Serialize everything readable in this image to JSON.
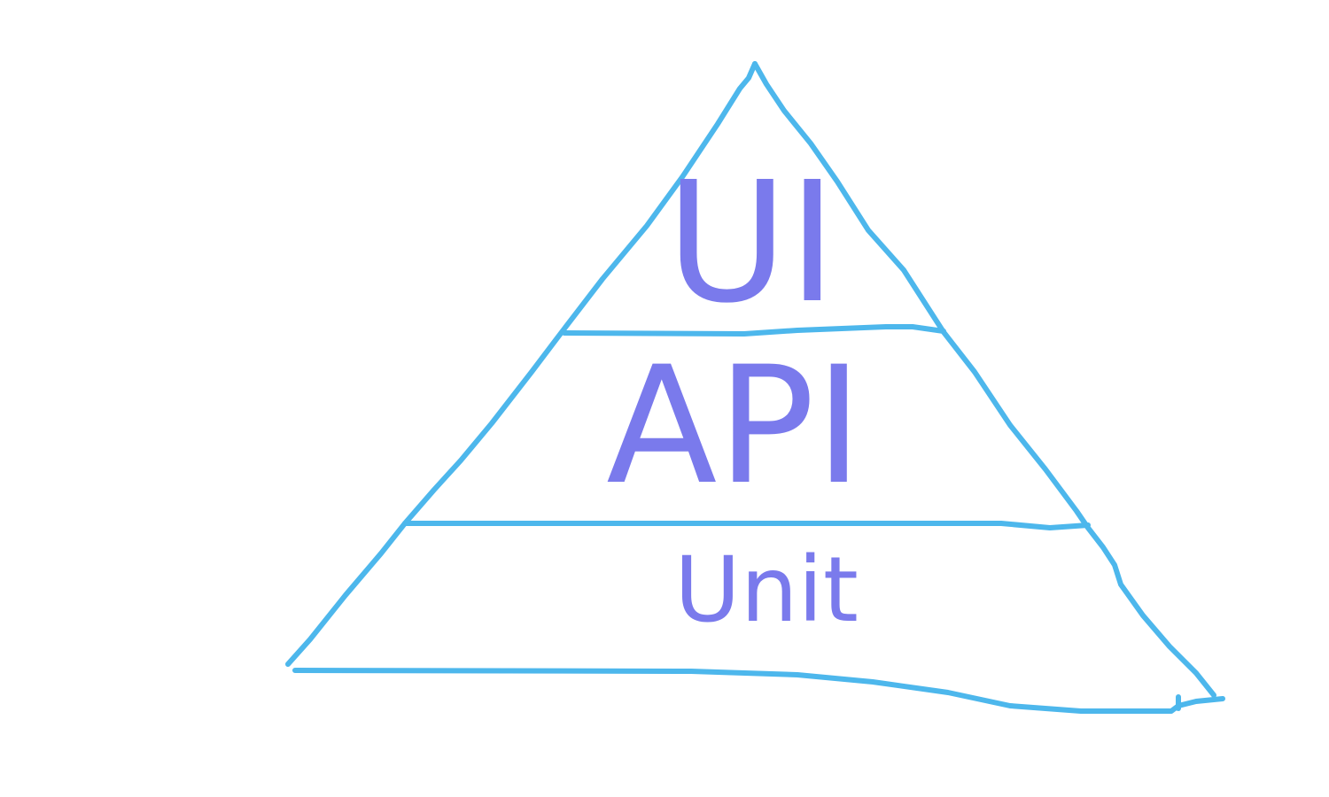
{
  "diagram": {
    "levels": [
      {
        "label": "UI"
      },
      {
        "label": "API"
      },
      {
        "label": "Unit"
      }
    ]
  },
  "colors": {
    "outline": "#4db7ec",
    "text": "#7a7aec",
    "background": "#ffffff"
  }
}
